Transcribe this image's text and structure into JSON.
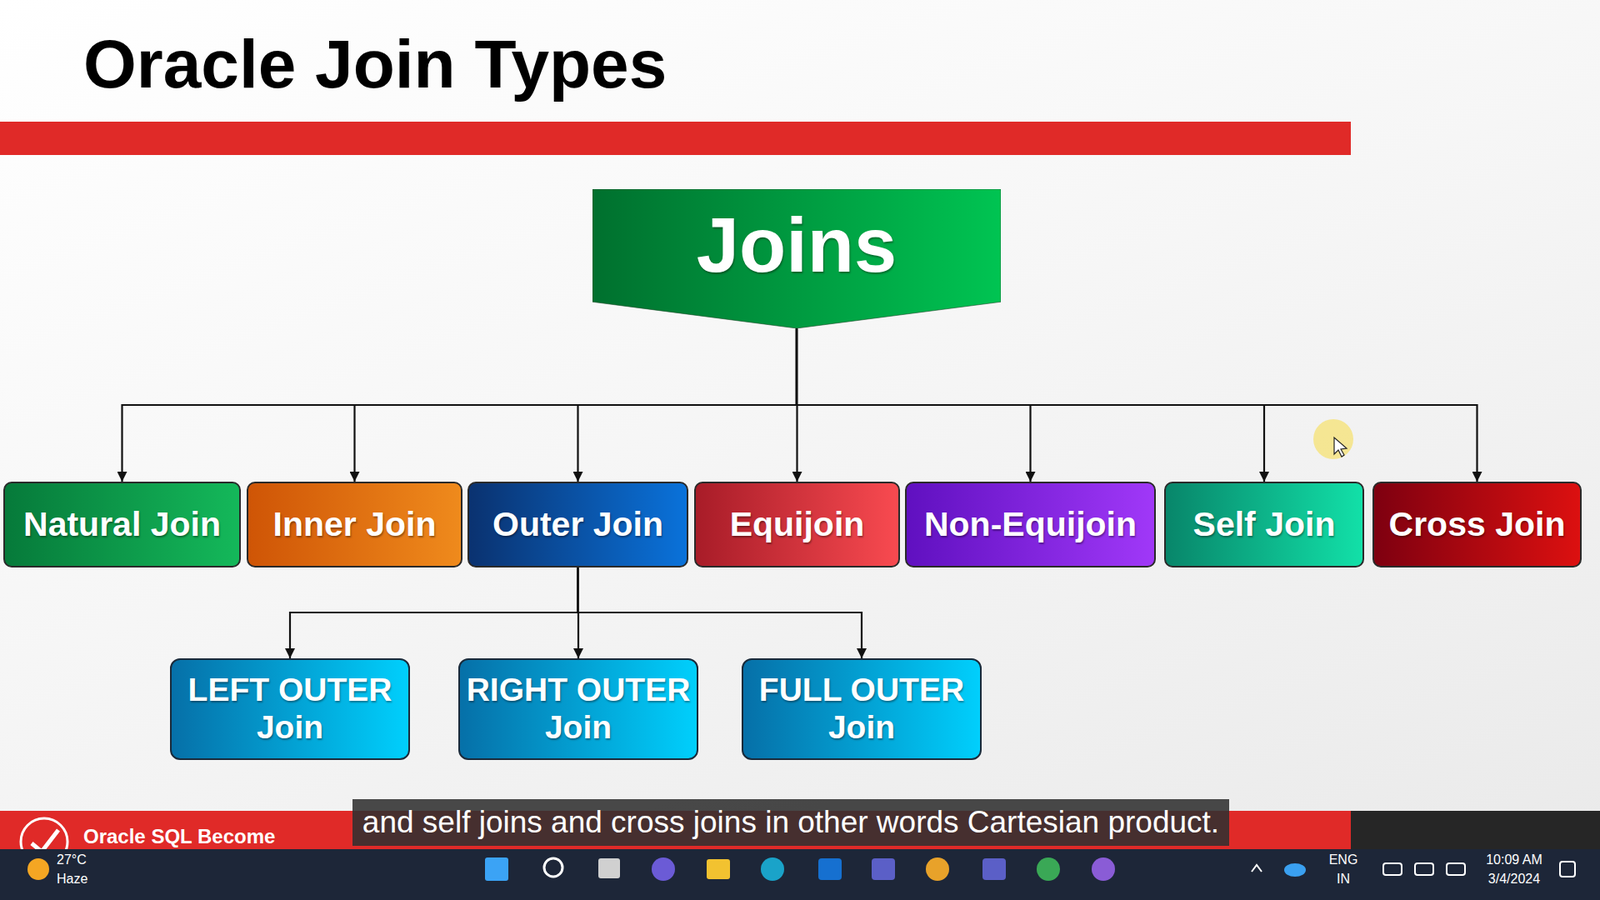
{
  "diagram": {
    "title": "Oracle Join Types",
    "caption": "and self joins and cross joins in other words Cartesian product.",
    "nodes": [
      {
        "text": [
          "Joins"
        ]
      },
      {
        "text": [
          "Natural Join"
        ]
      },
      {
        "text": [
          "Inner Join"
        ]
      },
      {
        "text": [
          "Outer Join"
        ]
      },
      {
        "text": [
          "Equijoin"
        ]
      },
      {
        "text": [
          "Non-Equijoin"
        ]
      },
      {
        "text": [
          "Self Join"
        ]
      },
      {
        "text": [
          "Cross Join"
        ]
      },
      {
        "text": [
          "LEFT OUTER Join"
        ]
      },
      {
        "text": [
          "RIGHT OUTER Join"
        ]
      },
      {
        "text": [
          "FULL OUTER Join"
        ]
      }
    ],
    "edges": [
      {
        "from": 0,
        "to": 1,
        "arrow": "to"
      },
      {
        "from": 0,
        "to": 2,
        "arrow": "to"
      },
      {
        "from": 0,
        "to": 3,
        "arrow": "to"
      },
      {
        "from": 0,
        "to": 4,
        "arrow": "to"
      },
      {
        "from": 0,
        "to": 5,
        "arrow": "to"
      },
      {
        "from": 0,
        "to": 6,
        "arrow": "to"
      },
      {
        "from": 0,
        "to": 7,
        "arrow": "to"
      },
      {
        "from": 3,
        "to": 8,
        "arrow": "to"
      },
      {
        "from": 3,
        "to": 9,
        "arrow": "to"
      },
      {
        "from": 3,
        "to": 10,
        "arrow": "to"
      }
    ],
    "labels": [
      "Oracle SQL Become",
      "27°C",
      "Haze",
      "ENG",
      "IN",
      "10:09 AM",
      "3/4/2024"
    ]
  }
}
